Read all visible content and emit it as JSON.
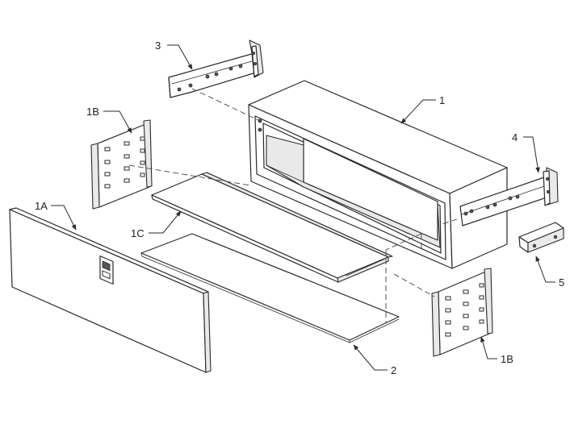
{
  "labels": {
    "part_1": "1",
    "part_1a": "1A",
    "part_1b_left": "1B",
    "part_1b_right": "1B",
    "part_1c": "1C",
    "part_2": "2",
    "part_3": "3",
    "part_4": "4",
    "part_5": "5"
  }
}
